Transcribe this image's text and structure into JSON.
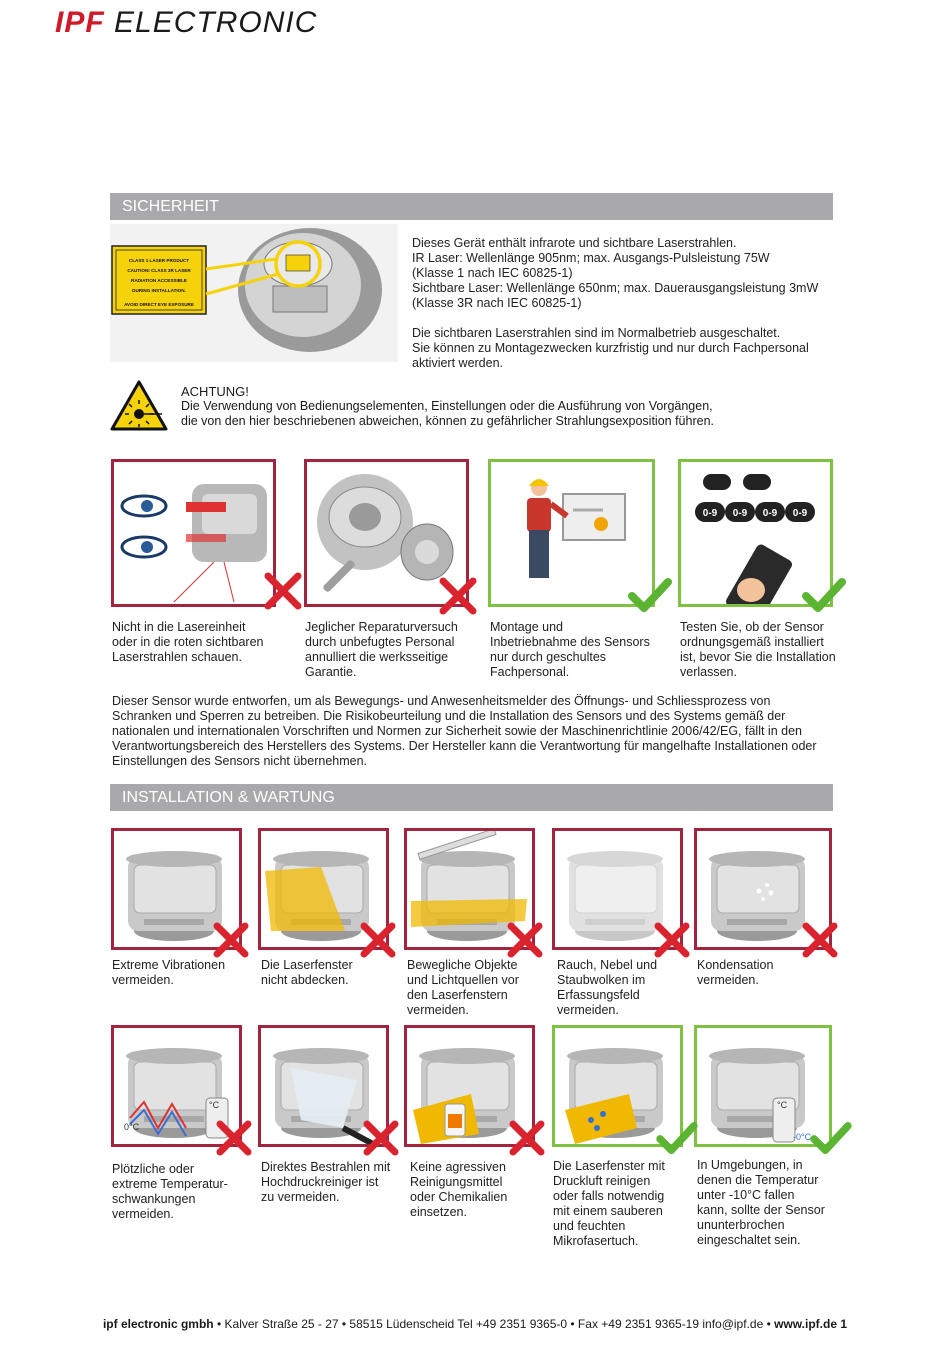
{
  "logo": {
    "brand": "IPF",
    "name": "ELECTRONIC"
  },
  "colors": {
    "brand_red": "#d01a2a",
    "forbidden": "#a3243f",
    "allowed": "#7fc241",
    "section_bar": "#a9a9ab"
  },
  "sicherheit": {
    "title": "SICHERHEIT",
    "label_lines": [
      "CLASS 1 LASER PRODUCT",
      "CAUTION! CLASS 3R LASER",
      "RADIATION ACCESSIBLE",
      "DURING INSTALLATION.",
      "AVOID DIRECT EYE EXPOSURE"
    ],
    "intro": [
      "Dieses Gerät enthält infrarote und sichtbare Laserstrahlen.",
      "IR Laser: Wellenlänge 905nm; max. Ausgangs-Pulsleistung 75W",
      "(Klasse 1 nach IEC 60825-1)",
      "Sichtbare Laser: Wellenlänge 650nm; max. Dauerausgangsleistung 3mW",
      "(Klasse 3R nach IEC 60825-1)",
      "",
      "Die sichtbaren Laserstrahlen sind im Normalbetrieb ausgeschaltet.",
      "Sie können zu Montagezwecken kurzfristig und nur durch Fachpersonal",
      "aktiviert werden."
    ],
    "achtung_title": "ACHTUNG!",
    "achtung_body": [
      "Die Verwendung von Bedienungselementen, Einstellungen oder die Ausführung von Vorgängen,",
      "die von den hier beschriebenen abweichen, können zu gefährlicher Strahlungsexposition führen."
    ],
    "keypad_labels": [
      "0-9",
      "0-9",
      "0-9",
      "0-9"
    ],
    "cards": [
      {
        "lines": [
          "Nicht in die Lasereinheit",
          "oder in die roten sichtbaren",
          "Laserstrahlen schauen."
        ],
        "allowed": false
      },
      {
        "lines": [
          "Jeglicher Reparaturversuch",
          "durch unbefugtes Personal",
          "annulliert die werksseitige",
          "Garantie."
        ],
        "allowed": false
      },
      {
        "lines": [
          "Montage und",
          "Inbetriebnahme des Sensors",
          "nur durch geschultes",
          "Fachpersonal."
        ],
        "allowed": true
      },
      {
        "lines": [
          "Testen Sie, ob der Sensor",
          "ordnungsgemäß installiert",
          "ist, bevor Sie die Installation",
          "verlassen."
        ],
        "allowed": true
      }
    ],
    "disclaimer": [
      "Dieser Sensor wurde entworfen, um als Bewegungs- und Anwesenheitsmelder des Öffnungs- und Schliessprozess von",
      "Schranken und Sperren zu betreiben. Die Risikobeurteilung und die Installation des Sensors und des Systems gemäß der",
      "nationalen und internationalen Vorschriften und Normen zur Sicherheit sowie der Maschinenrichtlinie 2006/42/EG, fällt in den",
      "Verantwortungsbereich des Herstellers des Systems. Der Hersteller kann die Verantwortung für mangelhafte Installationen oder",
      "Einstellungen des Sensors nicht übernehmen."
    ]
  },
  "installation": {
    "title": "INSTALLATION & WARTUNG",
    "temp_labels": {
      "zero": "0°C",
      "below_zero": "-0°C",
      "unit": "°C"
    },
    "row1": [
      {
        "lines": [
          "Extreme Vibrationen",
          "vermeiden."
        ],
        "allowed": false
      },
      {
        "lines": [
          "Die Laserfenster",
          "nicht abdecken."
        ],
        "allowed": false
      },
      {
        "lines": [
          "Bewegliche Objekte",
          "und Lichtquellen vor",
          "den Laserfenstern",
          "vermeiden."
        ],
        "allowed": false
      },
      {
        "lines": [
          "Rauch, Nebel und",
          "Staubwolken im",
          "Erfassungsfeld",
          "vermeiden."
        ],
        "allowed": false
      },
      {
        "lines": [
          "Kondensation",
          "vermeiden."
        ],
        "allowed": false
      }
    ],
    "row2": [
      {
        "lines": [
          "Plötzliche oder",
          "extreme Temperatur-",
          "schwankungen",
          "vermeiden."
        ],
        "allowed": false
      },
      {
        "lines": [
          "Direktes Bestrahlen mit",
          "Hochdruckreiniger ist",
          "zu vermeiden."
        ],
        "allowed": false
      },
      {
        "lines": [
          "Keine agressiven",
          "Reinigungsmittel",
          "oder Chemikalien",
          "einsetzen."
        ],
        "allowed": false
      },
      {
        "lines": [
          "Die Laserfenster mit",
          "Druckluft reinigen",
          "oder falls notwendig",
          "mit einem sauberen",
          "und feuchten",
          "Mikrofasertuch."
        ],
        "allowed": true
      },
      {
        "lines": [
          "In Umgebungen, in",
          "denen die Temperatur",
          "unter -10°C fallen",
          "kann,  sollte der Sensor",
          "ununterbrochen",
          "eingeschaltet sein."
        ],
        "allowed": true
      }
    ]
  },
  "footer": {
    "company": "ipf electronic gmbh",
    "address": " • Kalver Straße 25 - 27 • 58515 Lüdenscheid    Tel +49 2351 9365-0 • Fax +49 2351 9365-19   info@ipf.de • ",
    "web": "www.ipf.de",
    "page": " 1"
  }
}
